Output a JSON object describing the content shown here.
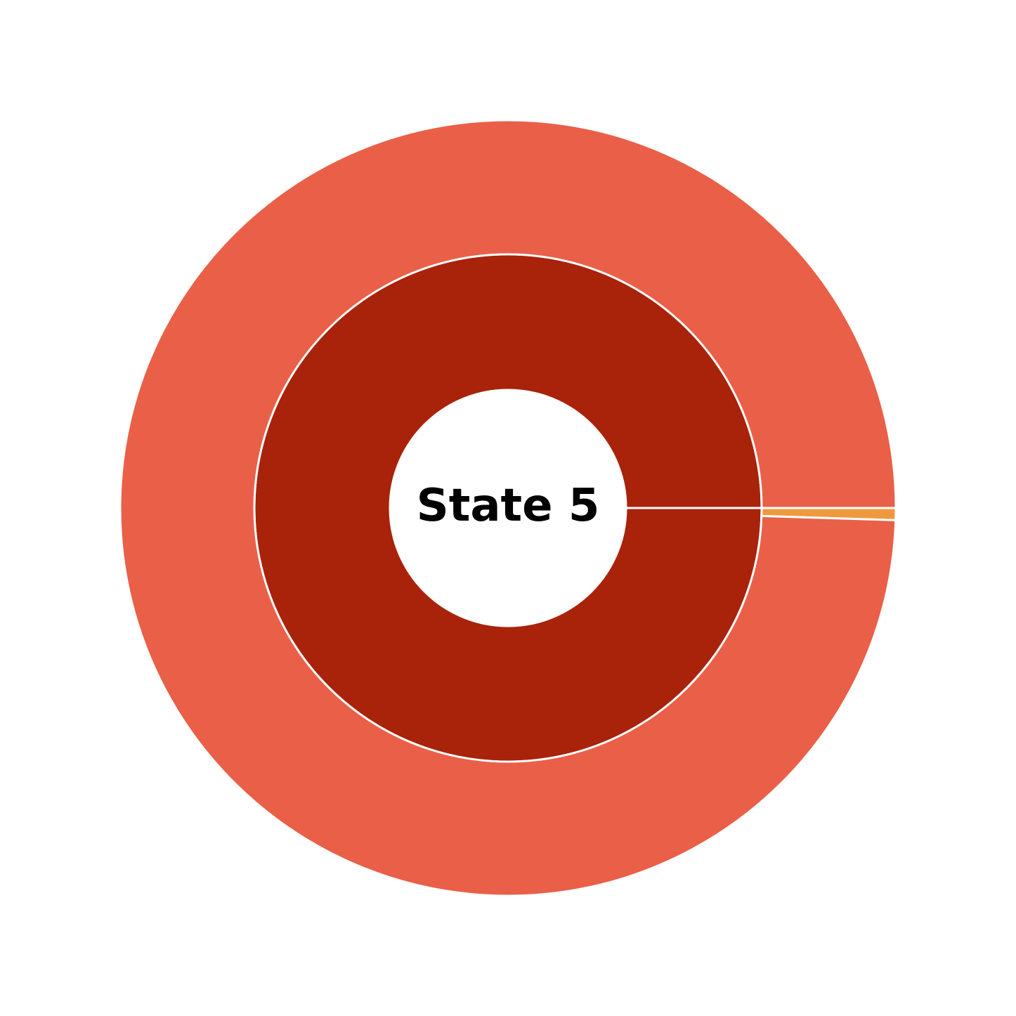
{
  "chart_data": {
    "type": "pie",
    "subtype": "nested-donut",
    "center_label": "State 5",
    "colors": {
      "inner": "#a9220a",
      "outer_main": "#ea5f48",
      "outer_sliver": "#f0983c",
      "separator": "#ffffff",
      "background": "#ffffff"
    },
    "rings": [
      {
        "ring": "inner",
        "slices": [
          {
            "value": 100,
            "color": "#a9220a"
          }
        ]
      },
      {
        "ring": "outer",
        "slices": [
          {
            "value": 0.5,
            "color": "#f0983c"
          },
          {
            "value": 99.5,
            "color": "#ea5f48"
          }
        ]
      }
    ],
    "start_angle_deg": 0,
    "direction": "clockwise"
  }
}
